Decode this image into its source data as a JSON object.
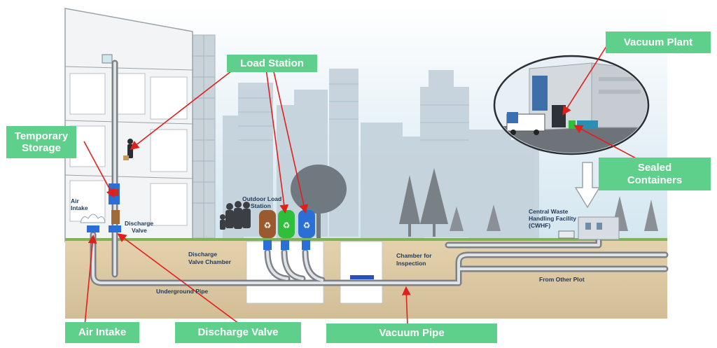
{
  "callouts": {
    "load_station": "Load Station",
    "temporary_storage_line1": "Temporary",
    "temporary_storage_line2": "Storage",
    "vacuum_plant": "Vacuum Plant",
    "sealed_containers_line1": "Sealed",
    "sealed_containers_line2": "Containers",
    "air_intake": "Air Intake",
    "discharge_valve": "Discharge Valve",
    "vacuum_pipe": "Vacuum Pipe"
  },
  "scene_labels": {
    "air_intake_1": "Air",
    "air_intake_2": "Intake",
    "discharge_valve_1": "Discharge",
    "discharge_valve_2": "Valve",
    "outdoor_load_1": "Outdoor Load",
    "outdoor_load_2": "Station",
    "dv_chamber_1": "Discharge",
    "dv_chamber_2": "Valve Chamber",
    "inspection_1": "Chamber for",
    "inspection_2": "Inspection",
    "underground_pipe": "Underground Pipe",
    "from_other_plot": "From Other Plot",
    "cwhf_1": "Central Waste",
    "cwhf_2": "Handling Facility",
    "cwhf_3": "(CWHF)"
  },
  "colors": {
    "callout_bg": "#5fcf8c",
    "callout_text": "#ffffff",
    "arrow": "#e0201c",
    "ground": "#dcc9a4",
    "sky": "#dbe9f1",
    "bin_brown": "#9b5a2e",
    "bin_green": "#2fbf3a",
    "bin_blue": "#2a6fd6"
  }
}
